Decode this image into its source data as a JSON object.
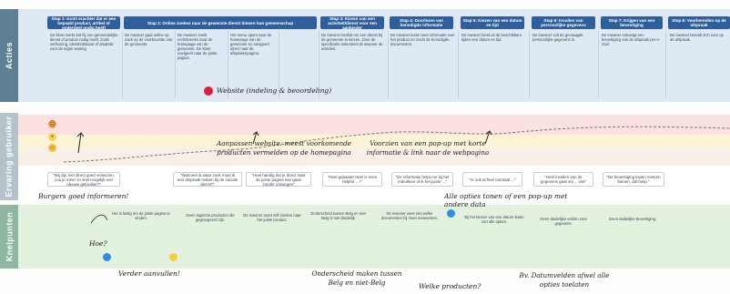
{
  "lanes": {
    "acties": "Acties",
    "ervaring": "Ervaring gebruiker",
    "knelpunten": "Knelpunten"
  },
  "steps": [
    "Stap 1: Komt erachter dat er een bepaald product, artikel of onderdeel nodig heeft",
    "Stap 2: Online zoeken naar de gewenste dienst binnen hun gemeenschap",
    "Stap 3: Kiezen van een activiteit/dienst voor een aanbieder",
    "Stap 4: Doorlezen van benodigde informatie",
    "Stap 5: Kiezen van een datum en tijd",
    "Stap 6: Invullen van persoonlijke gegevens",
    "Stap 7: Krijgen van een bevestiging",
    "Stap 8: Voorbereiden op de afspraak"
  ],
  "actions": [
    "De klant merkt dat hij een gemeentelijke dienst of product nodig heeft, zoals verhuizing, identiteitskaart of afvalzak voor de eigen woning",
    "De inwoner gaat online op zoek op de voorkeursite van de gemeente.",
    "De inwoner zoekt rechtstreeks naar de homepage van de gemeente. De klant navigeert naar de juiste pagina.",
    "Het menu opent naar de homepage van de gemeente en navigeert direct naar de afsprakenpagina.",
    "De inwoner beslist om een dienst bij de gemeente te kiezen. Door de specificatie selecteert de inwoner de activiteit.",
    "De inwoner leest meer informatie over het product en zoekt de benodigde documenten.",
    "De inwoner kiest uit de beschikbare tijden een datum en tijd.",
    "De inwoner vult de gevraagde persoonlijke gegevens in.",
    "De inwoner ontvangt een bevestiging van de afspraak per e-mail.",
    "De inwoner bereidt zich voor op de afspraak."
  ],
  "website_label": "Website (indeling & beoordeling)",
  "ervaring_notes": {
    "aanpassen": "Aanpassen website: meest voorkomende producten vermelden op de homepagina",
    "popup": "Voorzien van een pop-up met korte informatie & link naar de webpagina",
    "burgers": "Burgers goed informeren!",
    "opties": "Alle opties tonen of een pop-up met andere data"
  },
  "quotes": [
    "\"Wij zijn niet direct goed verwezen, zou je meer zo snel mogelijk een nieuwe gebruiker?\"",
    "\"Wanneer ik waar zoek moet ik een afspraak maken bij de sociale dienst?\"",
    "\"Heel handig dat je direct naar de juiste pagina kan gaan zonder omwegen\"",
    "\"Heel gaaaaat! Heel is even helpful ... !\"",
    "\"De informatie helpt me bij het indrukken of ik het juiste ...\"",
    "\"Is ook al heel normaal ...\"",
    "\"Heel invullen van de gegevens gaat vrij ... vlot\"",
    "\"De bevestiging kwam meteen binnen, dat hielp.\""
  ],
  "knelpunten": [
    "Het is lastig om de juiste pagina te vinden.",
    "Geen logische producten die gegroepeerd zijn.",
    "De inwoner moet zelf zoeken naar het juiste product.",
    "Onderscheid tussen Belg en niet-Belg is niet duidelijk.",
    "De inwoner weet niet welke documenten hij moet meenemen.",
    "Bij het kiezen van een datum staan niet alle opties.",
    "Geen duidelijke velden voor gegevens.",
    "Geen duidelijke bevestiging."
  ],
  "knel_notes": {
    "hoe": "Hoe?",
    "verder": "Verder aanvullen!",
    "onderscheid": "Onderscheid maken tussen Belg en niet-Belg",
    "welke": "Welke producten?",
    "datum": "Bv. Datumvelden afwel alle opties toelaten"
  },
  "colors": {
    "step_blue": "#2f5f9a",
    "acties_bg": "#dfe9f3",
    "knel_bg": "#e3f1df",
    "red_dot": "#e01e3c",
    "blue_dot": "#2c8fe5",
    "yellow_dot": "#f2d23b"
  },
  "icons": [
    "sad-face-icon",
    "neutral-face-icon",
    "happy-face-icon",
    "arrow-icon"
  ]
}
